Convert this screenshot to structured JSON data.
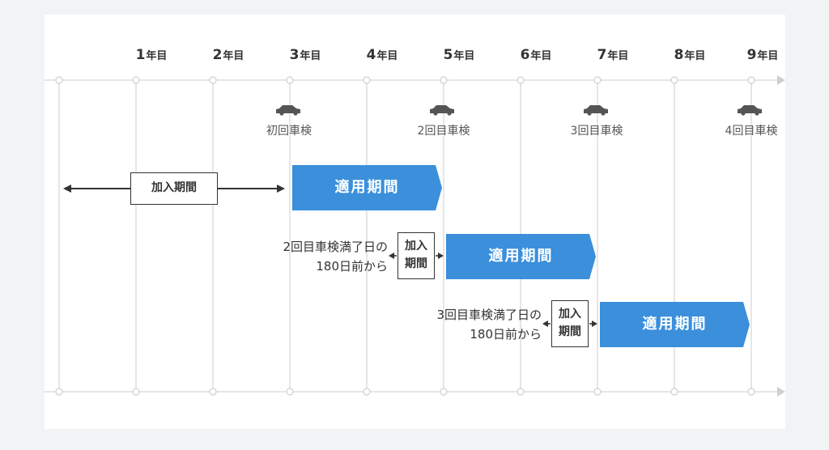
{
  "years": [
    {
      "num": "1",
      "unit": "年目"
    },
    {
      "num": "2",
      "unit": "年目"
    },
    {
      "num": "3",
      "unit": "年目"
    },
    {
      "num": "4",
      "unit": "年目"
    },
    {
      "num": "5",
      "unit": "年目"
    },
    {
      "num": "6",
      "unit": "年目"
    },
    {
      "num": "7",
      "unit": "年目"
    },
    {
      "num": "8",
      "unit": "年目"
    },
    {
      "num": "9",
      "unit": "年目"
    }
  ],
  "inspections": [
    "初回車検",
    "2回目車検",
    "3回目車検",
    "4回目車検"
  ],
  "rows": [
    {
      "join_label": "加入期間",
      "applied_label": "適用期間"
    },
    {
      "note_line1": "2回目車検満了日の",
      "note_line2": "180日前から",
      "join_label_1": "加入",
      "join_label_2": "期間",
      "applied_label": "適用期間"
    },
    {
      "note_line1": "3回目車検満了日の",
      "note_line2": "180日前から",
      "join_label_1": "加入",
      "join_label_2": "期間",
      "applied_label": "適用期間"
    }
  ],
  "colors": {
    "applied_fill": "#3b8fdb",
    "grid": "#d6d6d6",
    "text": "#333333"
  },
  "icons": {
    "car": "car-icon"
  }
}
